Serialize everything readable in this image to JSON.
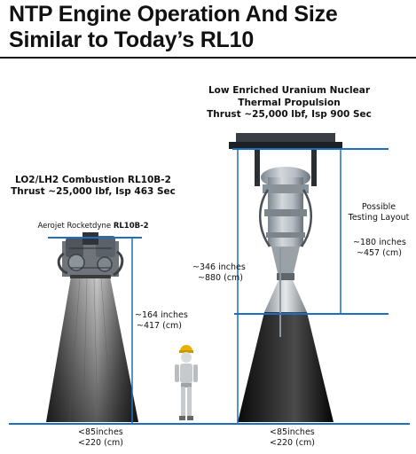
{
  "title": {
    "line1": "NTP Engine Operation And Size",
    "line2": "Similar to Today’s RL10"
  },
  "left_engine": {
    "heading_line1": "LO2/LH2 Combustion RL10B-2",
    "heading_line2": "Thrust ~25,000 lbf, Isp 463 Sec",
    "caption_prefix": "Aerojet Rocketdyne ",
    "caption_model": "RL10B-2",
    "height_line1": "~164 inches",
    "height_line2": "~417 (cm)",
    "width_line1": "<85inches",
    "width_line2": "<220 (cm)"
  },
  "right_engine": {
    "heading_line1": "Low Enriched Uranium Nuclear",
    "heading_line2": "Thermal Propulsion",
    "heading_line3": "Thrust ~25,000 lbf, Isp 900 Sec",
    "height_line1": "~346 inches",
    "height_line2": "~880 (cm)",
    "layout_line1": "Possible",
    "layout_line2": "Testing Layout",
    "layout_height_line1": "~180 inches",
    "layout_height_line2": "~457 (cm)",
    "width_line1": "<85inches",
    "width_line2": "<220 (cm)"
  },
  "colors": {
    "dimension_line": "#1f6fc0",
    "nozzle_dark": "#1a1a1a",
    "nozzle_light": "#8a8a8a",
    "hardware": "#9aa3ab",
    "helmet": "#e8b100"
  }
}
